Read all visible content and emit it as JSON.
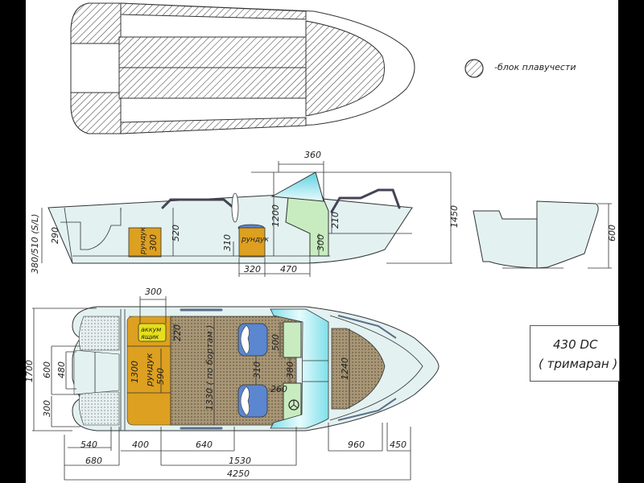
{
  "drawing": {
    "model": "430 DC",
    "model_type": "( тримаран )",
    "legend": {
      "symbol": "hatched-circle",
      "label": "-блок плавучести"
    },
    "colors": {
      "background_bars": "#000000",
      "paper": "#ffffff",
      "hull_fill": "#e3f1f1",
      "console_fill": "#c8ecc0",
      "storage_fill": "#dda020",
      "battery_fill": "#e6e01c",
      "seat_fill": "#5b86d0",
      "deck_fill": "#a89676",
      "windshield": "#7fe0ea"
    }
  },
  "views": {
    "buoyancy_plan": {
      "description": "top view with hatched buoyancy blocks"
    },
    "side_view": {
      "dims": {
        "windshield_width": "360",
        "total_height": "1450",
        "console_height": "1200",
        "gunwale_height": "210",
        "console_base": "300",
        "transom_height": "380/510 (S/L)",
        "motor_well": "290",
        "storage_depth": "300",
        "storage_label": "рундук",
        "side_depth": "520",
        "seat_box_height": "310",
        "seat_box_label": "рундук",
        "seat_box_width": "320",
        "seat_to_console": "470"
      }
    },
    "section_view": {
      "dims": {
        "height": "600"
      }
    },
    "deck_plan": {
      "dims": {
        "battery_width": "300",
        "battery_depth": "220",
        "battery_label_1": "аккум",
        "battery_label_2": "ящик",
        "storage_length": "1300",
        "storage_label": "рундук",
        "storage_width": "590",
        "deck_length": "1330 ( по бортам )",
        "overall_beam": "1700",
        "motor_well_outer": "600",
        "motor_well_inner": "480",
        "sponson_width": "300",
        "seat_gap": "310",
        "seat_depth": "500",
        "console_gap": "380",
        "helm_offset": "260",
        "bow_deck_width": "1240"
      },
      "bottom_dims": {
        "d540": "540",
        "d400": "400",
        "d640": "640",
        "d960": "960",
        "d450": "450",
        "d680": "680",
        "d1530": "1530",
        "overall_length": "4250"
      }
    }
  }
}
